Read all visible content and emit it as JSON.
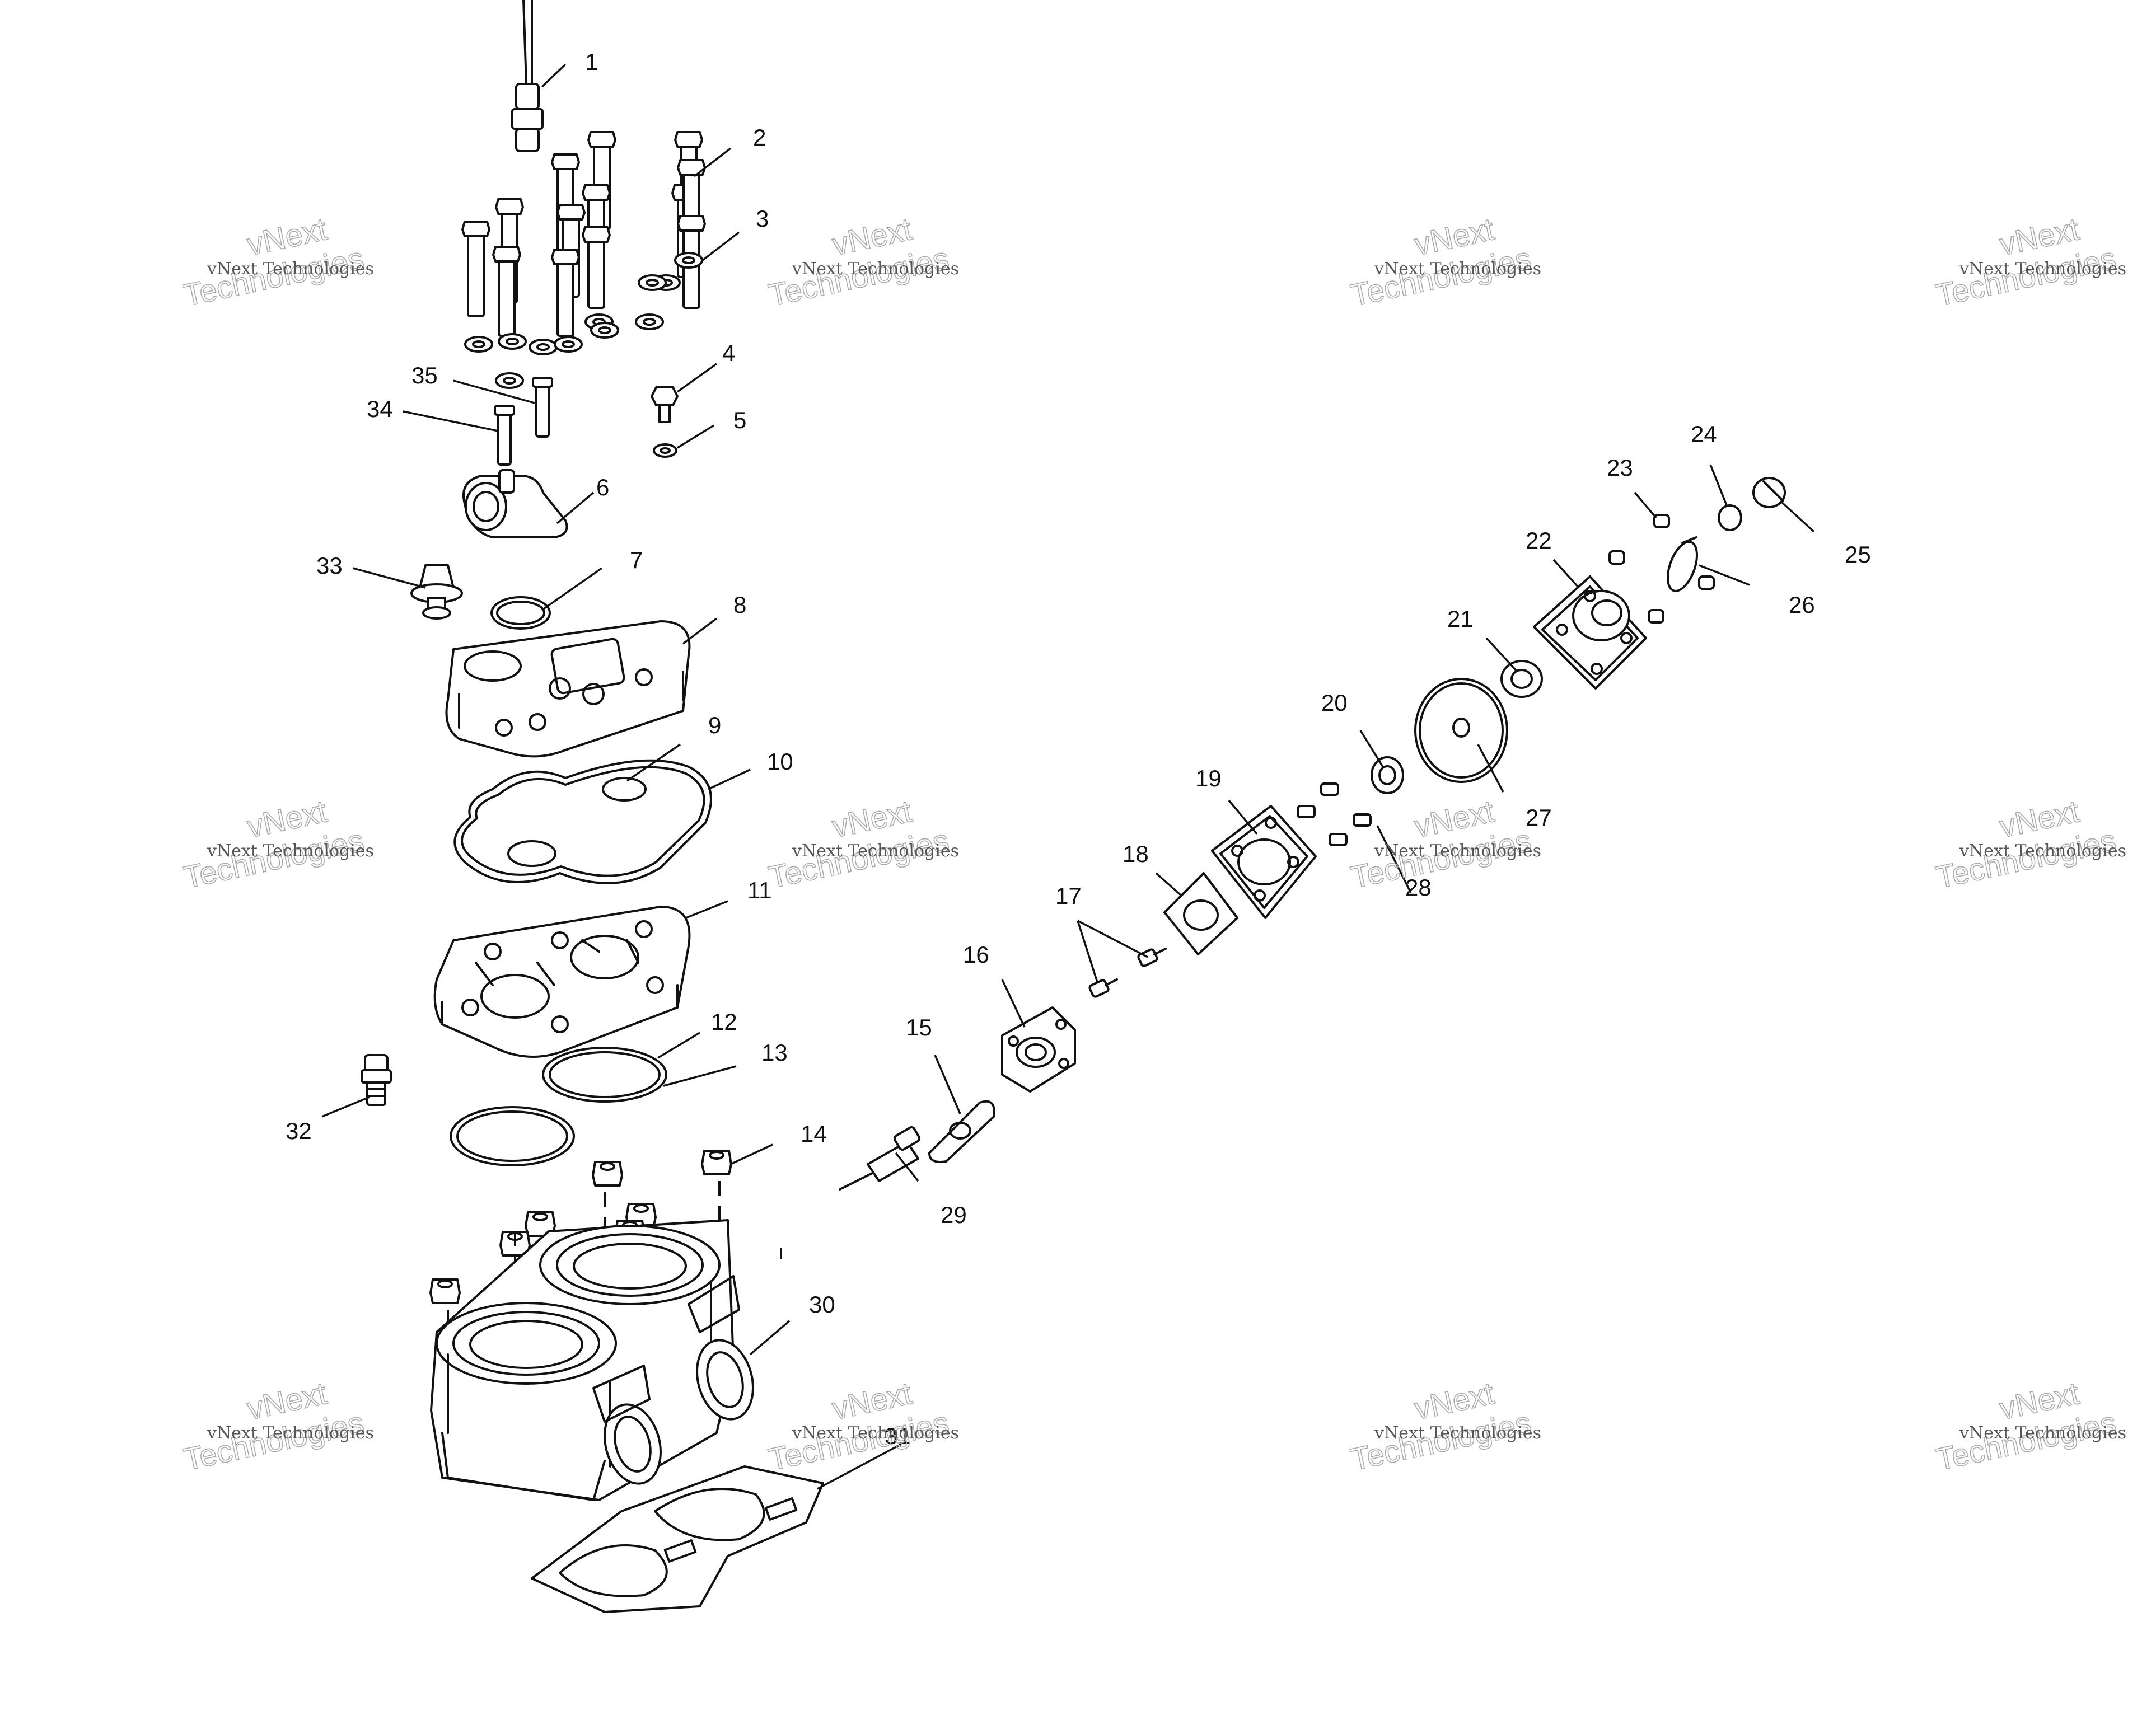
{
  "callouts": {
    "c1": "1",
    "c2": "2",
    "c3": "3",
    "c4": "4",
    "c5": "5",
    "c6": "6",
    "c7": "7",
    "c8": "8",
    "c9": "9",
    "c10": "10",
    "c11": "11",
    "c12": "12",
    "c13": "13",
    "c14": "14",
    "c15": "15",
    "c16": "16",
    "c17": "17",
    "c18": "18",
    "c19": "19",
    "c20": "20",
    "c21": "21",
    "c22": "22",
    "c23": "23",
    "c24": "24",
    "c25": "25",
    "c26": "26",
    "c27": "27",
    "c28": "28",
    "c29": "29",
    "c30": "30",
    "c31": "31",
    "c32": "32",
    "c33": "33",
    "c34": "34",
    "c35": "35"
  },
  "watermark": {
    "small": "vNext Technologies",
    "big_line1": "vNext",
    "big_line2": "Technologies"
  }
}
